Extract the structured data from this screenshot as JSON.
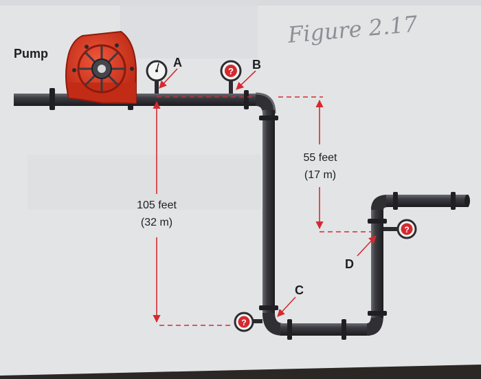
{
  "figure_title": "Figure 2.17",
  "pump_label": "Pump",
  "points": {
    "a": "A",
    "b": "B",
    "c": "C",
    "d": "D"
  },
  "gauge_unknown": "?",
  "dimensions": {
    "rise_ft": "55 feet",
    "rise_m": "(17 m)",
    "total_ft": "105 feet",
    "total_m": "(32 m)"
  },
  "colors": {
    "page": "#e3e4e6",
    "pipe": "#2e2e33",
    "pump": "#d8341b",
    "dimension": "#d42a2f",
    "gauge_unknown": "#d42a2f"
  }
}
